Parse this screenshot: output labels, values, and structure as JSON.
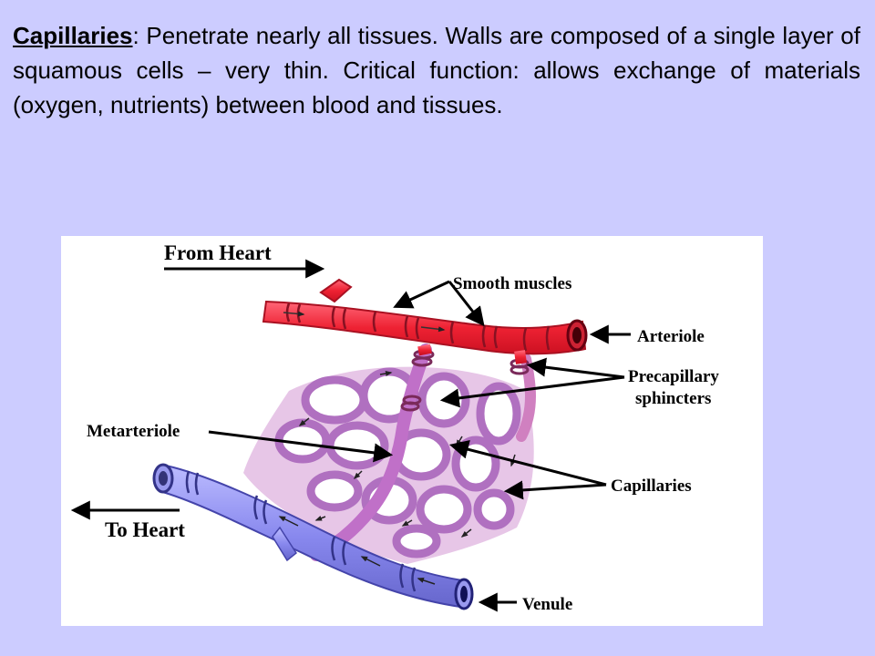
{
  "intro": {
    "term": "Capillaries",
    "text": ":  Penetrate nearly all tissues.  Walls are composed of a single layer of squamous cells – very thin.  Critical function: allows exchange of materials (oxygen, nutrients) between blood and tissues."
  },
  "diagram": {
    "labels": {
      "from_heart": "From Heart",
      "to_heart": "To Heart",
      "smooth_muscles": "Smooth muscles",
      "arteriole": "Arteriole",
      "precapillary_1": "Precapillary",
      "precapillary_2": "sphincters",
      "metarteriole": "Metarteriole",
      "capillaries": "Capillaries",
      "venule": "Venule"
    },
    "colors": {
      "arterial": "#ee3344",
      "venous": "#8888ee",
      "capillary": "#cc88cc"
    }
  }
}
